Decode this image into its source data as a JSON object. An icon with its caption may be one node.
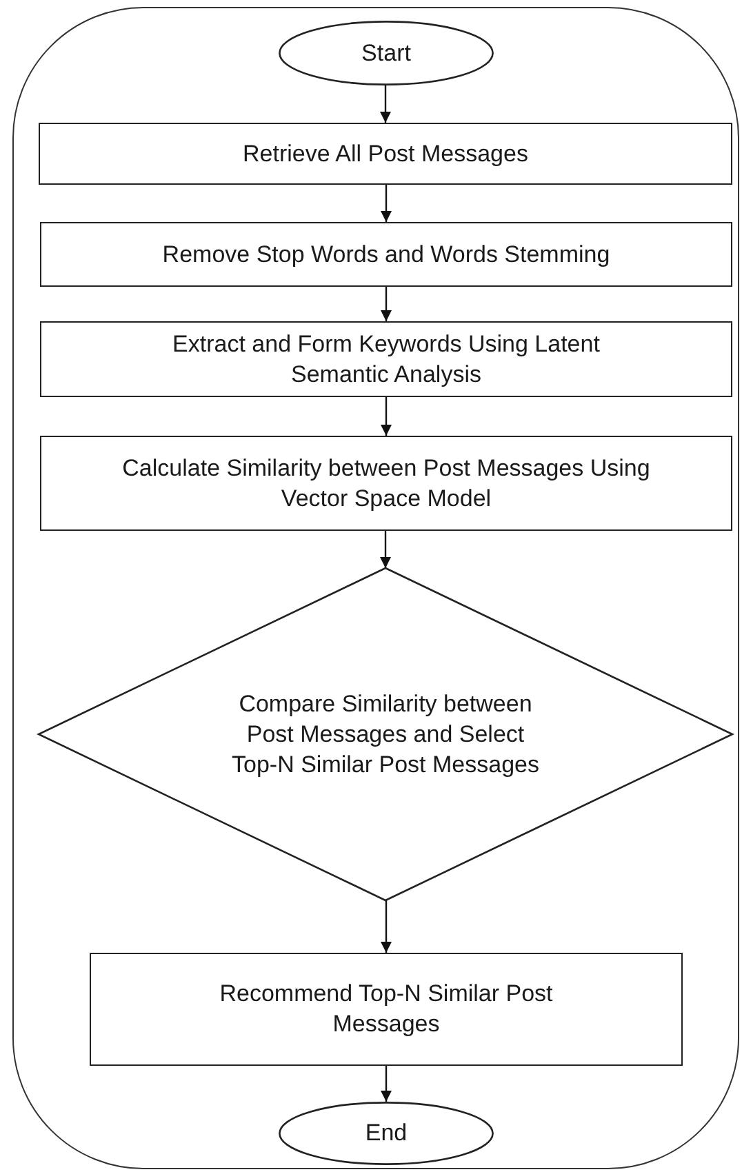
{
  "diagram": {
    "nodes": [
      {
        "text": [],
        "shape": "box"
      },
      {
        "text": [
          "Start"
        ],
        "in": 0
      },
      {
        "text": [
          "Retrieve All Post Messages"
        ],
        "in": 0
      },
      {
        "text": [
          "Remove Stop Words and Words Stemming"
        ],
        "in": 0
      },
      {
        "text": [
          "Extract and Form Keywords Using Latent Semantic Analysis"
        ],
        "in": 0
      },
      {
        "text": [
          "Calculate Similarity between Post Messages Using Vector Space Model"
        ],
        "in": 0
      },
      {
        "text": [
          "Compare Similarity between Post Messages and Select Top-N Similar Post Messages"
        ],
        "in": 0
      },
      {
        "text": [
          "Recommend Top-N Similar Post Messages"
        ],
        "in": 0
      },
      {
        "text": [
          "End"
        ],
        "in": 0
      }
    ],
    "edges": [
      {
        "from": 1,
        "to": 2,
        "arrow": "to"
      },
      {
        "from": 2,
        "to": 3,
        "arrow": "to"
      },
      {
        "from": 3,
        "to": 4,
        "arrow": "to"
      },
      {
        "from": 4,
        "to": 5,
        "arrow": "to"
      },
      {
        "from": 5,
        "to": 6,
        "arrow": "to"
      },
      {
        "from": 6,
        "to": 7,
        "arrow": "to"
      },
      {
        "from": 7,
        "to": 8,
        "arrow": "to"
      }
    ]
  }
}
